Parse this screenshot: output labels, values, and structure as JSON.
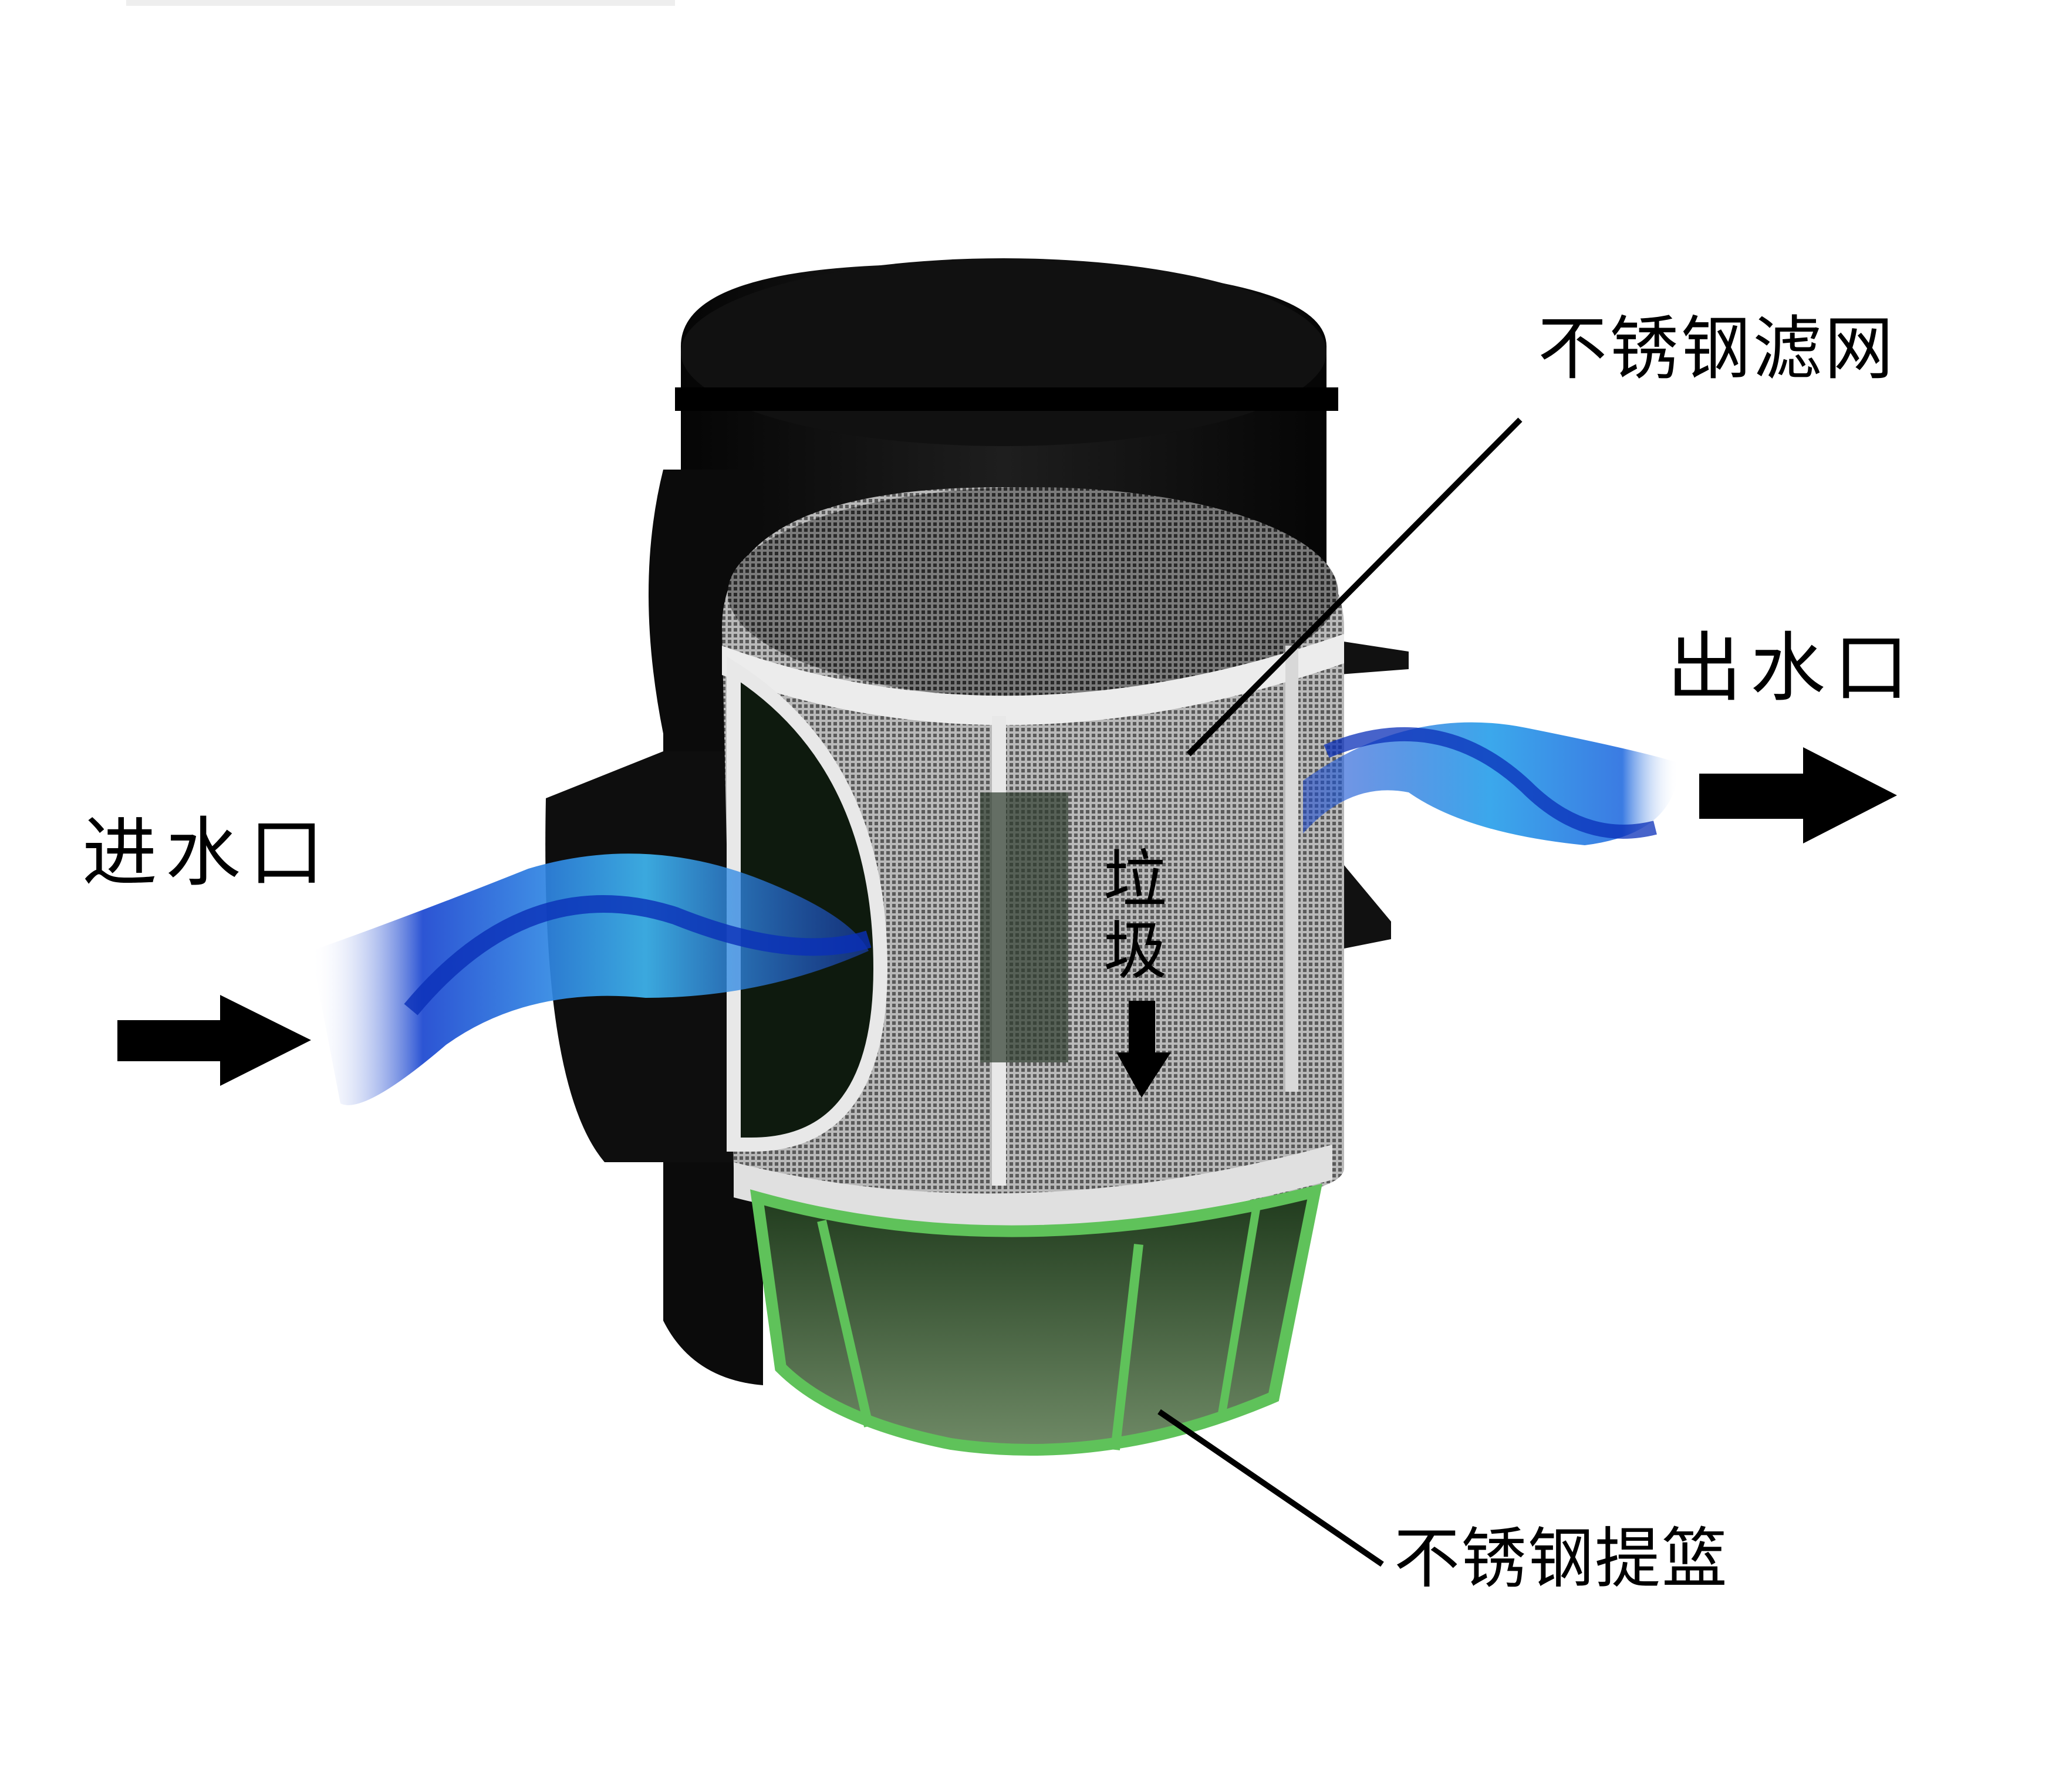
{
  "diagram": {
    "subject": "stainless steel filter housing with lift-out basket",
    "labels": {
      "filter_mesh": "不锈钢滤网",
      "inlet": "进水口",
      "outlet": "出水口",
      "debris": "垃圾",
      "basket": "不锈钢提篮"
    },
    "arrows": {
      "inlet_arrow": "right-arrow",
      "outlet_arrow": "right-arrow",
      "debris_arrow": "down-arrow"
    },
    "colors": {
      "housing": "#0d0d0d",
      "mesh": "#9a9a9a",
      "mesh_band": "#e8e8e8",
      "basket_frame": "#5fc25a",
      "basket_fill": "#2f4a2c",
      "water_dark": "#0a2fb8",
      "water_light": "#3fb6f0",
      "text": "#000000"
    }
  }
}
